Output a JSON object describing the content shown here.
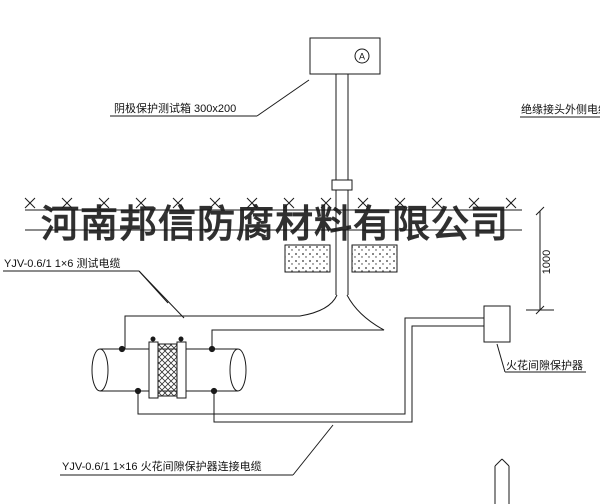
{
  "watermark": {
    "text": "河南邦信防腐材料有限公司"
  },
  "meter": {
    "symbol": "A"
  },
  "callouts": {
    "test_box": "阴极保护测试箱 300x200",
    "outer_cable": "绝缘接头外侧电缆",
    "test_cable": "YJV-0.6/1  1×6  测试电缆",
    "protector": "火花间隙保护器",
    "protector_cable": "YJV-0.6/1  1×16  火花间隙保护器连接电缆"
  },
  "dimensions": {
    "depth": "1000"
  },
  "colors": {
    "line": "#1a1a1a",
    "text": "#111111",
    "watermark": "#191919",
    "background": "#ffffff"
  }
}
